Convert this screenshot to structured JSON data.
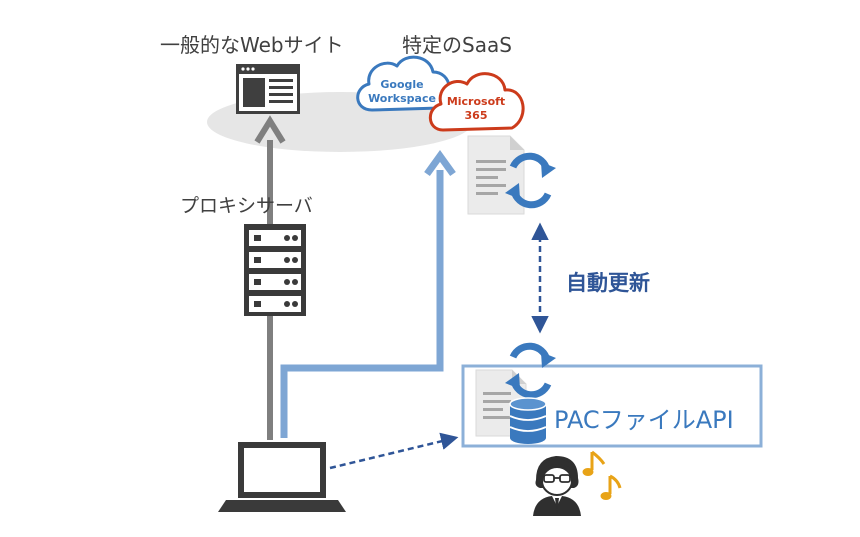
{
  "labels": {
    "general_website": "一般的なWebサイト",
    "specific_saas": "特定のSaaS",
    "proxy_server": "プロキシサーバ",
    "auto_update": "自動更新",
    "pac_file_api": "PACファイルAPI"
  },
  "clouds": {
    "google_line1": "Google",
    "google_line2": "Workspace",
    "microsoft_line1": "Microsoft",
    "microsoft_line2": "365"
  },
  "colors": {
    "blue_arrow": "#7ea6d4",
    "gray_arrow": "#7f7f7f",
    "dark_blue": "#2f5597",
    "icon_blue": "#3a79be",
    "google_cloud": "#3a79be",
    "microsoft_cloud": "#cc3b1b",
    "pac_box_border": "#8cb0d8",
    "ellipse_fill": "#e6e6e6",
    "note_orange": "#e8a317",
    "device_dark": "#3a3a3a"
  },
  "icons": {
    "website": "browser-window-icon",
    "proxy": "server-rack-icon",
    "document": "document-icon",
    "sync": "sync-icon",
    "database": "database-icon",
    "laptop": "laptop-icon",
    "user": "user-icon",
    "music": "music-notes-icon"
  }
}
